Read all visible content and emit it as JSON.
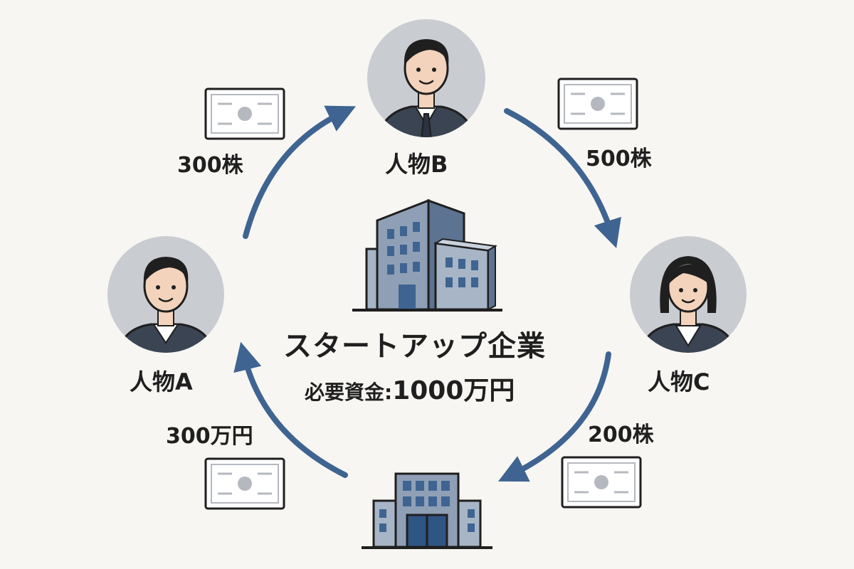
{
  "persons": {
    "a": {
      "label": "人物A"
    },
    "b": {
      "label": "人物B"
    },
    "c": {
      "label": "人物C"
    }
  },
  "flows": {
    "a_to_b": "300株",
    "b_to_c": "500株",
    "c_to_bottom": "200株",
    "bottom_to_a": "300万円"
  },
  "company": {
    "name": "スタートアップ企業",
    "capital_label": "必要資金:",
    "capital_value": "1000万円"
  },
  "colors": {
    "background": "#f7f6f2",
    "arrow": "#3f6491",
    "avatar_bg": "#c9ccd1",
    "suit": "#3b4452",
    "building_light": "#a7b5c6",
    "building_dark": "#5c7391",
    "window": "#3f6491",
    "outline": "#1f1f1f"
  },
  "icons": [
    "person-avatar-icon",
    "stock-certificate-icon",
    "office-building-icon",
    "bank-building-icon",
    "flow-arrow-icon"
  ]
}
